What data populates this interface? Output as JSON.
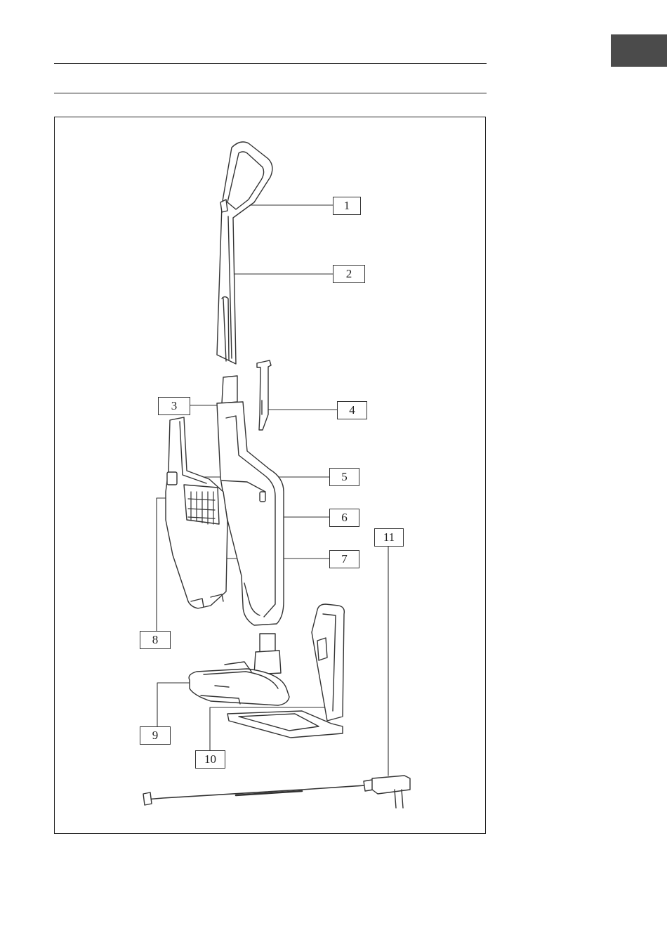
{
  "side_tab": {
    "color": "#4b4b4b"
  },
  "figure": {
    "callouts": [
      {
        "id": "c1",
        "label": "1"
      },
      {
        "id": "c2",
        "label": "2"
      },
      {
        "id": "c3",
        "label": "3"
      },
      {
        "id": "c4",
        "label": "4"
      },
      {
        "id": "c5",
        "label": "5"
      },
      {
        "id": "c6",
        "label": "6"
      },
      {
        "id": "c7",
        "label": "7"
      },
      {
        "id": "c8",
        "label": "8"
      },
      {
        "id": "c9",
        "label": "9"
      },
      {
        "id": "c10",
        "label": "10"
      },
      {
        "id": "c11",
        "label": "11"
      }
    ]
  }
}
